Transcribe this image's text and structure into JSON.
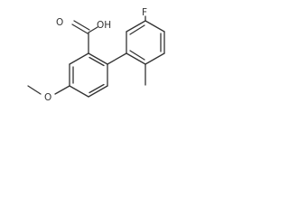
{
  "molecule": {
    "labels": {
      "hydroxyl": "OH",
      "carbonyl_o": "O",
      "methoxy_o": "O",
      "fluorine": "F"
    }
  }
}
